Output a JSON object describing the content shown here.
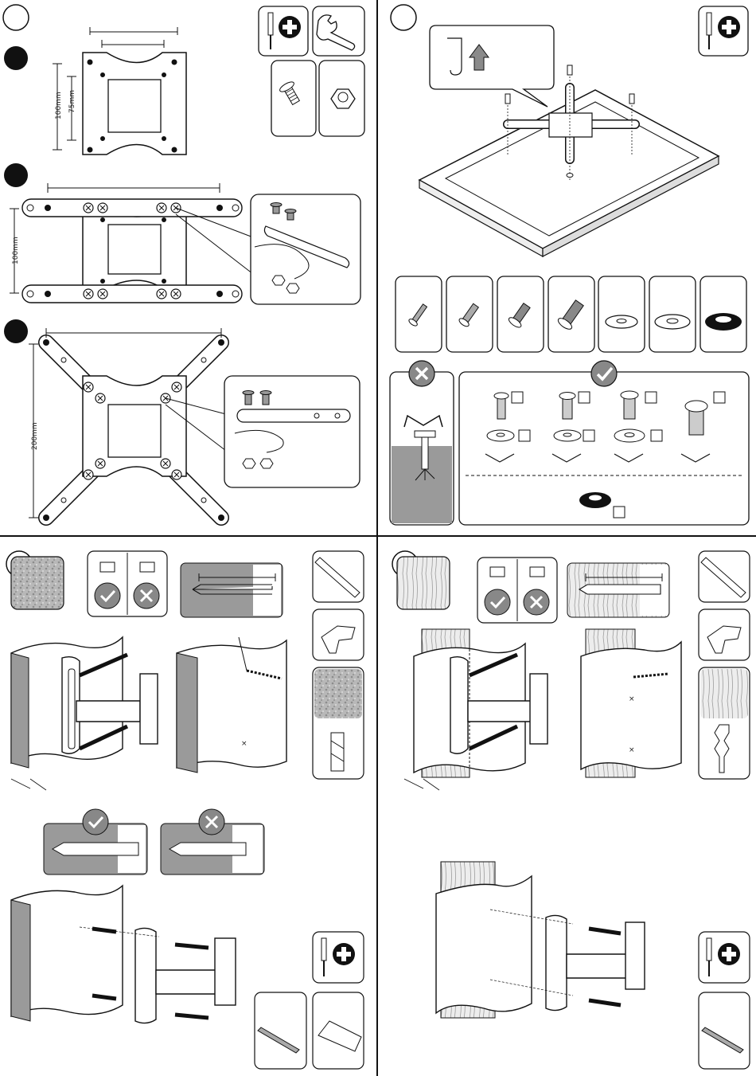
{
  "step1": {
    "dim_100": "100mm",
    "dim_75": "75mm"
  },
  "step2": {
    "dim_100": "100mm"
  },
  "step3": {
    "dim_200": "200mm"
  },
  "icons": [
    "screwdriver-icon",
    "wrench-icon",
    "screw-icon",
    "nut-icon",
    "pencil-icon",
    "drill-icon",
    "wall-texture-icon",
    "wood-texture-icon",
    "masonry-bit-icon",
    "wood-bit-icon",
    "nail-screw-icon",
    "wall-plug-icon"
  ],
  "colors": {
    "line": "#1a1a1a",
    "gray_fill": "#9a9a9a",
    "light_fill": "#e6e6e6",
    "dark_fill": "#555555"
  }
}
